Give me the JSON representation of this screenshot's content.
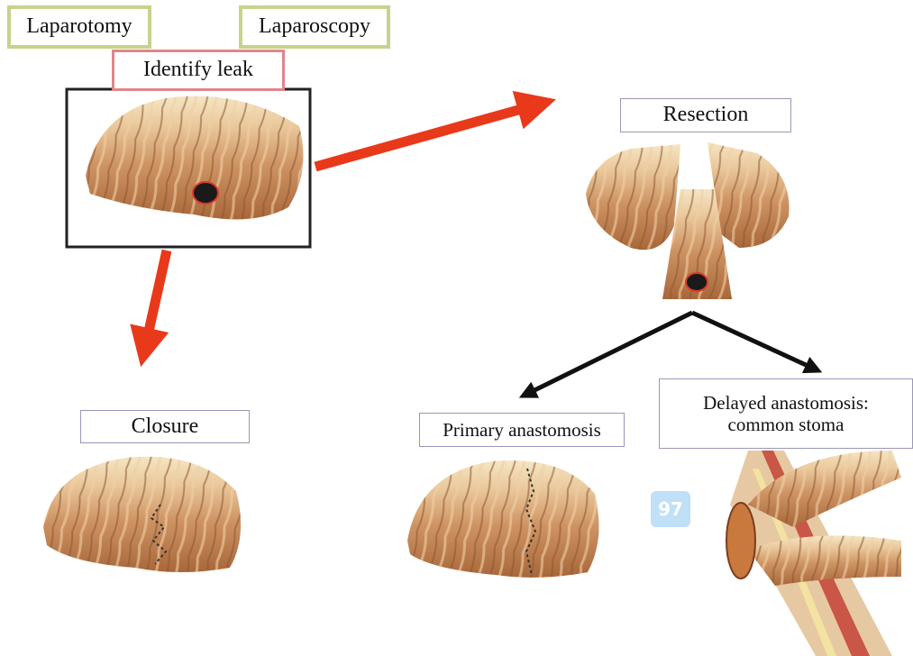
{
  "labels": {
    "laparotomy": "Laparotomy",
    "laparoscopy": "Laparoscopy",
    "identify_leak": "Identify leak",
    "resection": "Resection",
    "closure": "Closure",
    "primary_anastomosis": "Primary anastomosis",
    "delayed_line1": "Delayed anastomosis:",
    "delayed_line2": "common stoma"
  },
  "watermark": {
    "text": "97"
  },
  "colors": {
    "arrow_red": "#e8391a",
    "arrow_black": "#111111",
    "approach_border": "#c9d28c",
    "leak_border": "#e0868a",
    "box_border": "#9a97b8",
    "bowel_fill": "#c98d5c",
    "bowel_shade": "#a56a3e",
    "mesentery": "#f3dfb3",
    "leak_spot": "#1a1a1a"
  },
  "icons": [
    "bowel-illustration",
    "leak-spot",
    "stoma-illustration"
  ]
}
